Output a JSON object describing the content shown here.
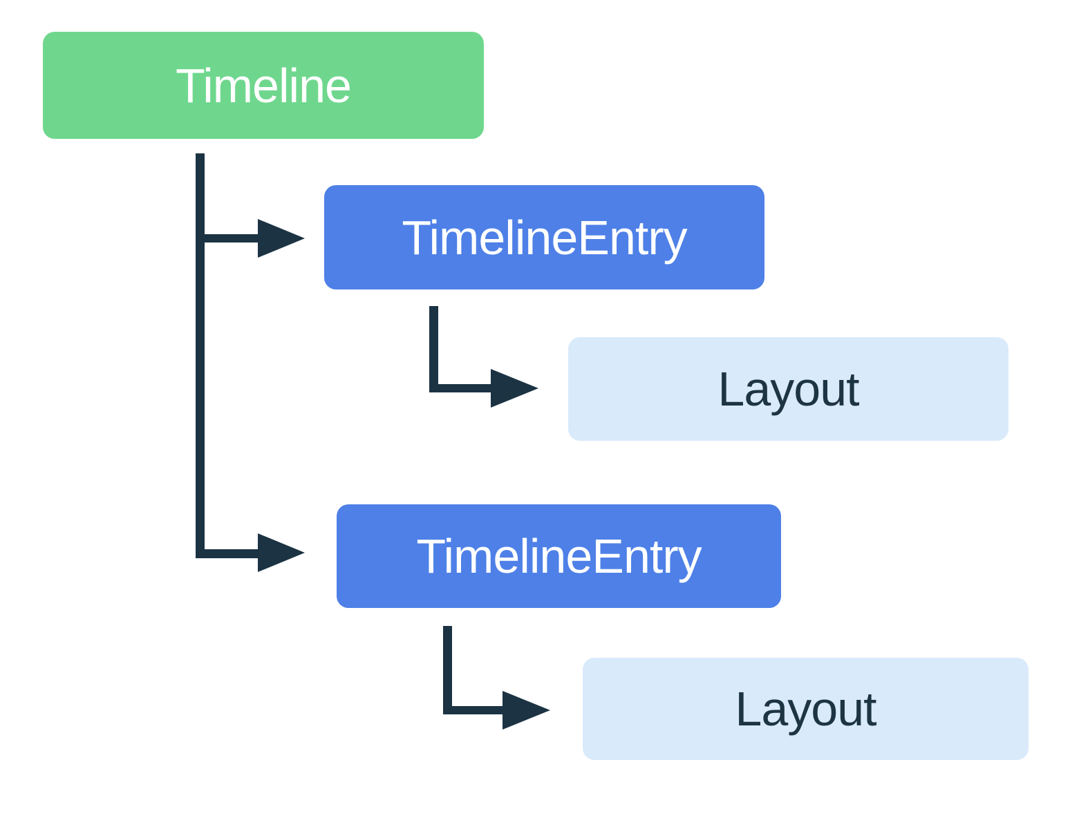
{
  "diagram": {
    "kind": "tree",
    "background_color": "#ffffff",
    "connector_color": "#1B3343",
    "node_colors": {
      "root_fill": "#6FD78D",
      "root_text": "#ffffff",
      "entry_fill": "#4E80E7",
      "entry_text": "#ffffff",
      "layout_fill": "#D9EAFB",
      "layout_text": "#1D3444"
    },
    "nodes": {
      "root": {
        "label": "Timeline"
      },
      "entry1": {
        "label": "TimelineEntry"
      },
      "layout1": {
        "label": "Layout"
      },
      "entry2": {
        "label": "TimelineEntry"
      },
      "layout2": {
        "label": "Layout"
      }
    },
    "edges": [
      {
        "from": "Timeline",
        "to": "TimelineEntry",
        "branch": "first"
      },
      {
        "from": "Timeline",
        "to": "TimelineEntry",
        "branch": "second"
      },
      {
        "from": "TimelineEntry",
        "to": "Layout",
        "branch": "first"
      },
      {
        "from": "TimelineEntry",
        "to": "Layout",
        "branch": "second"
      }
    ]
  }
}
